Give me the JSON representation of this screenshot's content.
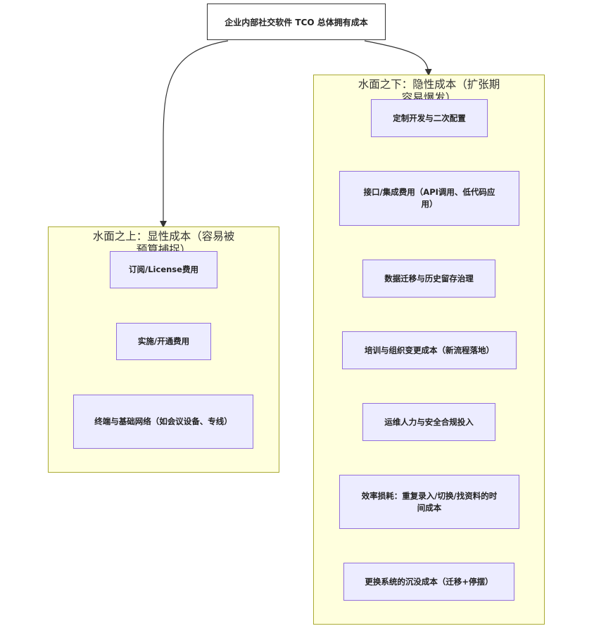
{
  "root": {
    "label": "企业内部社交软件 TCO 总体拥有成本"
  },
  "visible_cluster": {
    "title": "水面之上：显性成本（容易被预算捕捉）",
    "items": [
      "订阅/License费用",
      "实施/开通费用",
      "终端与基础网络（如会议设备、专线）"
    ]
  },
  "hidden_cluster": {
    "title": "水面之下：隐性成本（扩张期容易爆发）",
    "items": [
      "定制开发与二次配置",
      "接口/集成费用（API调用、低代码应用）",
      "数据迁移与历史留存治理",
      "培训与组织变更成本（新流程落地）",
      "运维人力与安全合规投入",
      "效率损耗：重复录入/切换/找资料的时间成本",
      "更换系统的沉没成本（迁移+停摆）"
    ]
  }
}
